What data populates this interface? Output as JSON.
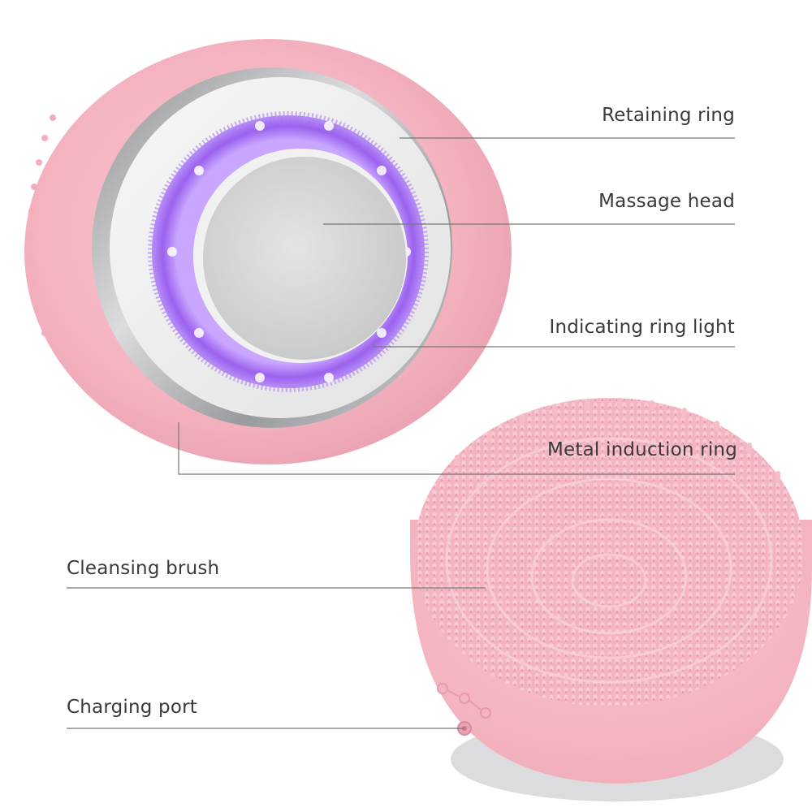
{
  "labels": {
    "retaining_ring": "Retaining ring",
    "massage_head": "Massage head",
    "indicating_ring_light": "Indicating ring light",
    "metal_induction_ring": "Metal induction ring",
    "cleansing_brush": "Cleansing brush",
    "charging_port": "Charging port"
  },
  "colors": {
    "pink_body": "#f6b8c4",
    "pink_bristle": "#f7bfcb",
    "silver_ring": "#c9cacc",
    "white_ring": "#efefef",
    "massage_head": "#d6d6d6",
    "violet_light": "#a06cf0",
    "leader_line": "#777777",
    "text": "#3a3a3a"
  }
}
